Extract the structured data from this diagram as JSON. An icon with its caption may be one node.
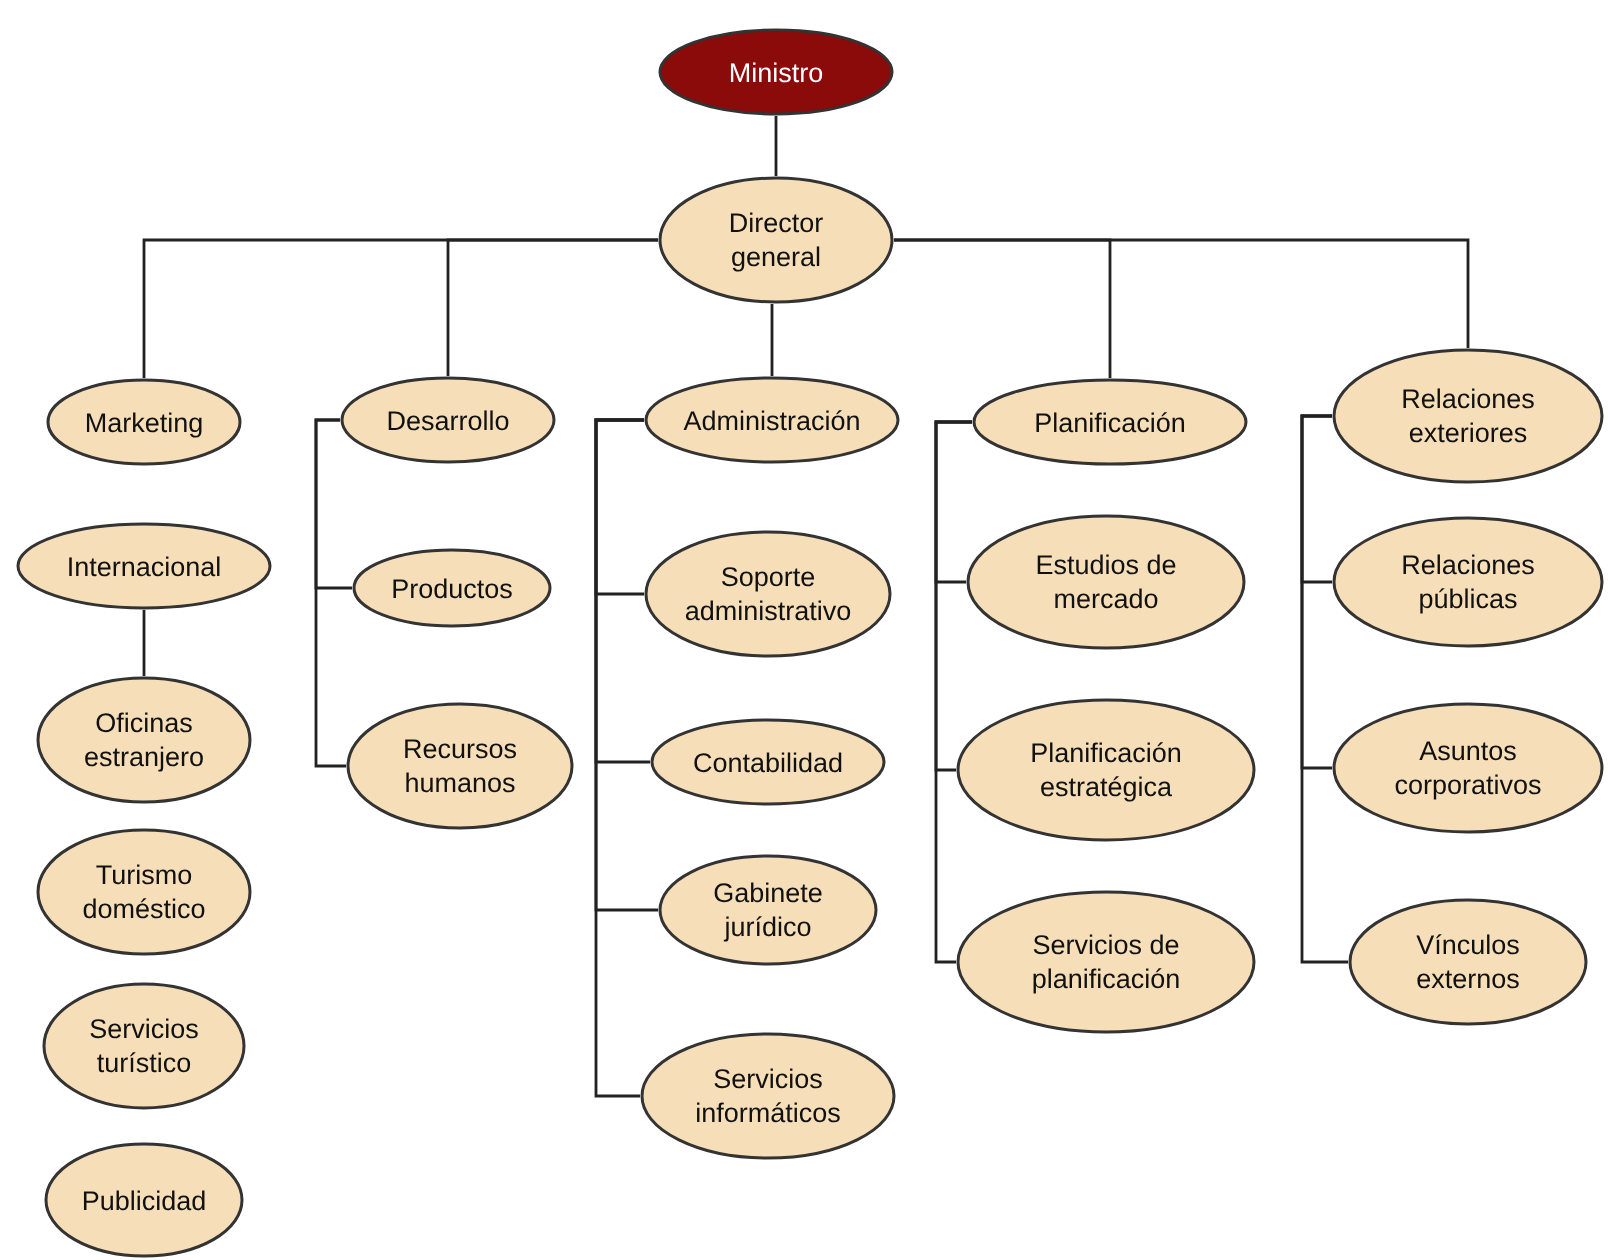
{
  "diagram": {
    "nodes": [
      {
        "text": [
          "Ministro"
        ]
      },
      {
        "text": [
          "Director general"
        ]
      },
      {
        "text": [
          "Marketing"
        ]
      },
      {
        "text": [
          "Internacional"
        ]
      },
      {
        "text": [
          "Oficinas estranjero"
        ]
      },
      {
        "text": [
          "Turismo doméstico"
        ]
      },
      {
        "text": [
          "Servicios turístico"
        ]
      },
      {
        "text": [
          "Publicidad"
        ]
      },
      {
        "text": [
          "Desarrollo"
        ]
      },
      {
        "text": [
          "Productos"
        ]
      },
      {
        "text": [
          "Recursos humanos"
        ]
      },
      {
        "text": [
          "Administración"
        ]
      },
      {
        "text": [
          "Soporte administrativo"
        ]
      },
      {
        "text": [
          "Contabilidad"
        ]
      },
      {
        "text": [
          "Gabinete jurídico"
        ]
      },
      {
        "text": [
          "Servicios informáticos"
        ]
      },
      {
        "text": [
          "Planificación"
        ]
      },
      {
        "text": [
          "Estudios de mercado"
        ]
      },
      {
        "text": [
          "Planificación estratégica"
        ]
      },
      {
        "text": [
          "Servicios de planificación"
        ]
      },
      {
        "text": [
          "Relaciones exteriores"
        ]
      },
      {
        "text": [
          "Relaciones públicas"
        ]
      },
      {
        "text": [
          "Asuntos corporativos"
        ]
      },
      {
        "text": [
          "Vínculos externos"
        ]
      }
    ],
    "edges": [
      {
        "from": 0,
        "to": 1,
        "arrow": "none"
      },
      {
        "from": 1,
        "to": 2,
        "arrow": "none"
      },
      {
        "from": 1,
        "to": 8,
        "arrow": "none"
      },
      {
        "from": 1,
        "to": 11,
        "arrow": "none"
      },
      {
        "from": 1,
        "to": 16,
        "arrow": "none"
      },
      {
        "from": 1,
        "to": 20,
        "arrow": "none"
      },
      {
        "from": 3,
        "to": 4,
        "arrow": "none"
      },
      {
        "from": 8,
        "to": 9,
        "arrow": "none"
      },
      {
        "from": 8,
        "to": 10,
        "arrow": "none"
      },
      {
        "from": 11,
        "to": 12,
        "arrow": "none"
      },
      {
        "from": 11,
        "to": 13,
        "arrow": "none"
      },
      {
        "from": 11,
        "to": 14,
        "arrow": "none"
      },
      {
        "from": 11,
        "to": 15,
        "arrow": "none"
      },
      {
        "from": 16,
        "to": 17,
        "arrow": "none"
      },
      {
        "from": 16,
        "to": 18,
        "arrow": "none"
      },
      {
        "from": 16,
        "to": 19,
        "arrow": "none"
      },
      {
        "from": 20,
        "to": 21,
        "arrow": "none"
      },
      {
        "from": 20,
        "to": 22,
        "arrow": "none"
      },
      {
        "from": 20,
        "to": 23,
        "arrow": "none"
      }
    ]
  }
}
